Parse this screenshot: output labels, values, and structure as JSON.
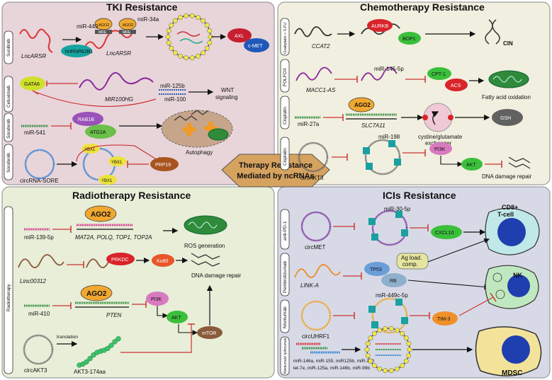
{
  "center": {
    "line1": "Therapy Resistance",
    "line2": "Mediated by ncRNAs"
  },
  "tki": {
    "title": "TKI Resistance",
    "drugs": [
      "Sunitinib",
      "Cetuximab",
      "Sorafenib",
      "Sorafenib"
    ],
    "lncarsr_left": "LncARSR",
    "mir449": "miR-449",
    "ago2_a": "AGO2",
    "mre": "MRE",
    "mir34a": "miR-34a",
    "hnrnpa2b1": "hnRNPA2B1",
    "lncarsr_mid": "LncARSR",
    "axl": "AXL",
    "cmet": "c-MET",
    "gata6": "GATA6",
    "mir100hg": "MIR100HG",
    "mir125b": "miR-125b",
    "mir100": "miR-100",
    "wnt1": "WNT",
    "wnt2": "signaling",
    "mir541": "miR-541",
    "rab1b": "RAB1B",
    "atg2a": "ATG2A",
    "autophagy": "Autophagy",
    "circsore": "circRNA-SORE",
    "ybx1": "YBX1",
    "prp19": "PRP19"
  },
  "chemo": {
    "title": "Chemotherapy Resistance",
    "drugs": [
      "Oxaliplatin + 5-FU",
      "FOLFOX",
      "Cisplatin",
      "Cisplatin"
    ],
    "ccat2": "CCAT2",
    "aurkb": "AURKB",
    "bop1": "BOP1",
    "cin": "CIN",
    "macc1": "MACC1-AS",
    "mir145": "miR-145-5p",
    "cpt1": "CPT-1",
    "acs": "ACS",
    "fao": "Fatty acid oxidation",
    "ago2": "AGO2",
    "mir27a": "miR-27a",
    "slc7a11": "SLC7A11",
    "cystine1": "cystine/glutamate",
    "cystine2": "exchanger",
    "gsh": "GSH",
    "circakt3": "circAKT3",
    "mir198": "miR-198",
    "pi3k": "PI3K",
    "akt": "AKT",
    "ddr": "DNA damage repair"
  },
  "radio": {
    "title": "Radiotherapy Resistance",
    "side": "Radiotherapy",
    "mir139": "miR-139-5p",
    "ago2_a": "AGO2",
    "targets": "MAT2A, POLQ, TOP1, TOP2A",
    "ros": "ROS generation",
    "linc": "Linc00312",
    "prkdc": "PRKDC",
    "ku80": "Ku80",
    "ddr": "DNA damage repair",
    "mir410": "miR-410",
    "ago2_b": "AGO2",
    "pten": "PTEN",
    "pi3k": "PI3K",
    "akt": "AKT",
    "mtor": "mTOR",
    "circakt3": "circAKT3",
    "translation": "translation",
    "akt3aa": "AKT3-174aa"
  },
  "ici": {
    "title": "ICIs Resistance",
    "drugs": [
      "anti-PD-1",
      "Pembrolizumab",
      "Nivolumab",
      "Nivolumab/ Ipilimumab"
    ],
    "circmet": "circMET",
    "mir30": "miR-30-5p",
    "cxcl10": "CXCL10",
    "cd8_1": "CD8+",
    "cd8_2": "T-cell",
    "linka": "LINK-A",
    "tp53": "TP53",
    "rb": "RB",
    "agload1": "Ag load.",
    "agload2": "comp.",
    "nk": "NK",
    "circuhrf1": "circUHRF1",
    "mir449c": "miR-449c-5p",
    "tim3": "TIM-3",
    "mirlist1": "miR-146a, miR-155, miR125b, miR-100",
    "mirlist2": "let-7e, miR-125a, miR-146b, miR-99b",
    "mdsc": "MDSC"
  }
}
